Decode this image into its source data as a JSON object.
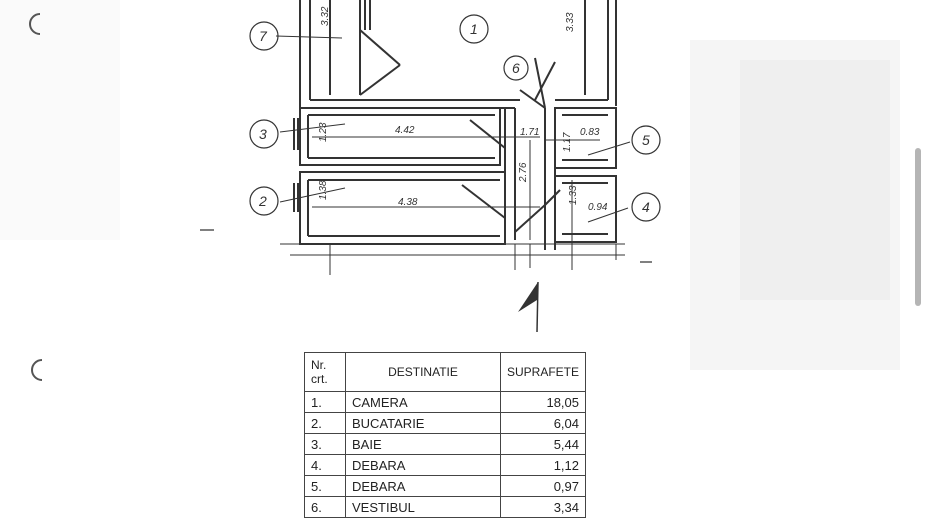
{
  "plan": {
    "room_numbers": [
      "7",
      "1",
      "6",
      "3",
      "5",
      "2",
      "4"
    ],
    "dimensions": [
      "3.32",
      "3.33",
      "4.42",
      "1.23",
      "1.71",
      "1.17",
      "0.83",
      "2.76",
      "1.38",
      "4.38",
      "1.33",
      "0.94"
    ]
  },
  "table": {
    "headers": {
      "nr": "Nr. crt.",
      "destinatie": "DESTINATIE",
      "suprafete": "SUPRAFETE"
    },
    "rows": [
      {
        "nr": "1.",
        "destinatie": "CAMERA",
        "suprafata": "18,05"
      },
      {
        "nr": "2.",
        "destinatie": "BUCATARIE",
        "suprafata": "6,04"
      },
      {
        "nr": "3.",
        "destinatie": "BAIE",
        "suprafata": "5,44"
      },
      {
        "nr": "4.",
        "destinatie": "DEBARA",
        "suprafata": "1,12"
      },
      {
        "nr": "5.",
        "destinatie": "DEBARA",
        "suprafata": "0,97"
      },
      {
        "nr": "6.",
        "destinatie": "VESTIBUL",
        "suprafata": "3,34"
      }
    ]
  }
}
